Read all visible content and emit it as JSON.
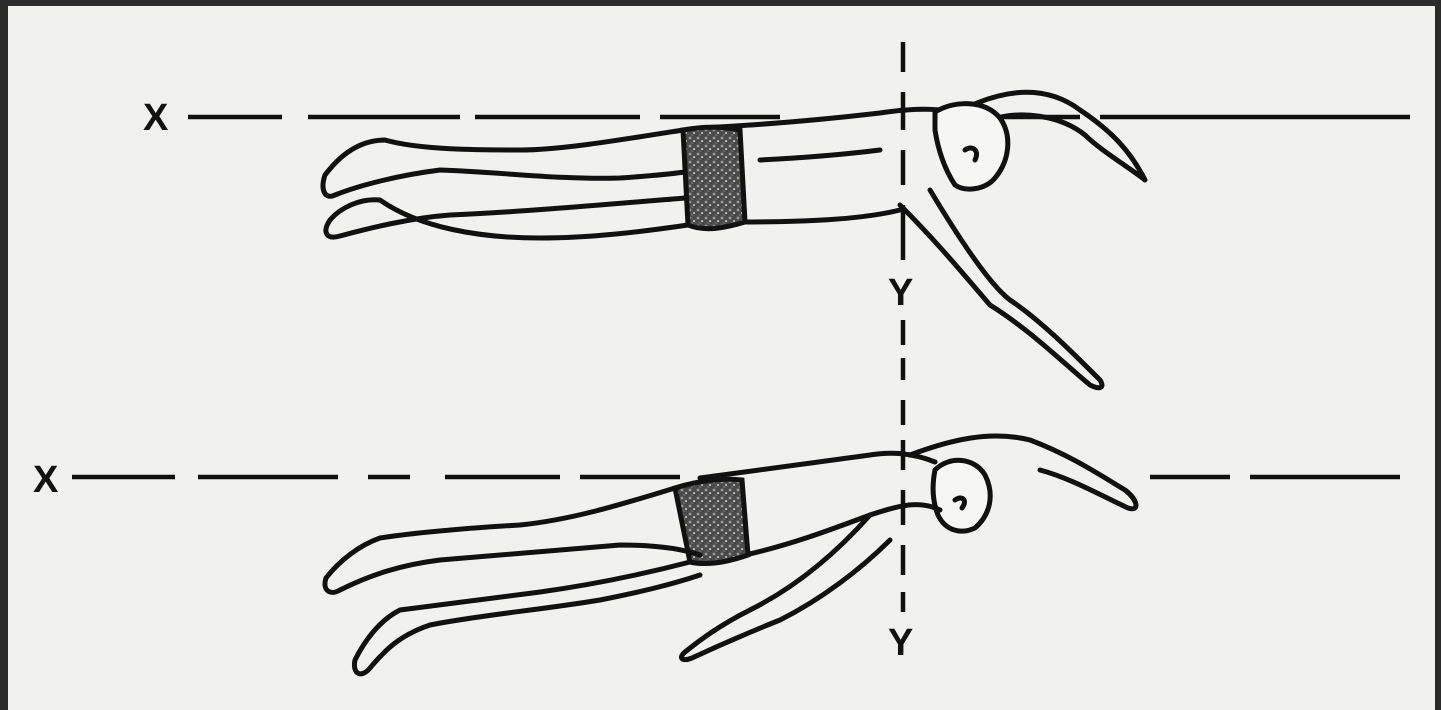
{
  "labels": {
    "x_top": "X",
    "y_top": "Y",
    "x_bottom": "X",
    "y_bottom": "Y"
  },
  "icons": [
    "swimmer-glide-figure",
    "swimmer-dive-figure"
  ],
  "colors": {
    "ink": "#111111",
    "paper": "#f1f1ef",
    "border": "#2b2b2b",
    "trunks": "#555555"
  }
}
